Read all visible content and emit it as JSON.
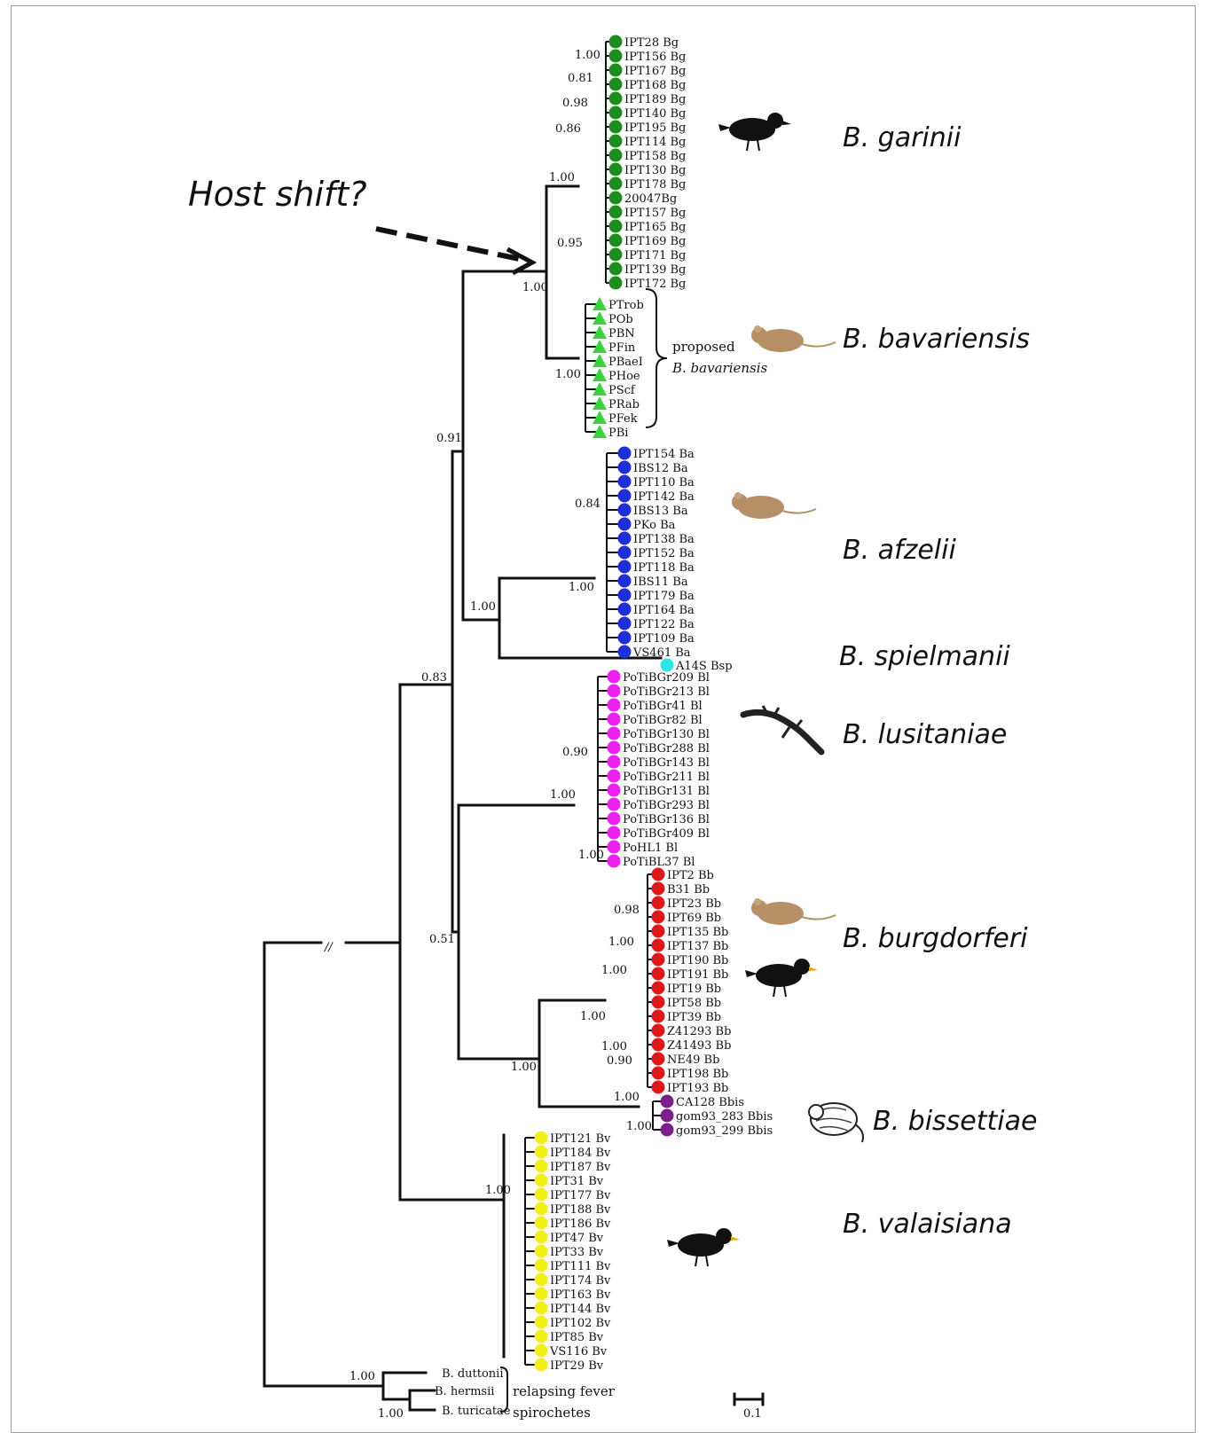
{
  "annotation": {
    "text": "Host shift?"
  },
  "colors": {
    "garinii": "#1e8c1e",
    "bavariensis": "#3cd23c",
    "afzelii": "#1f2ed6",
    "spielmanii": "#2ee6e6",
    "lusitaniae": "#ee1fee",
    "burgdorferi": "#e01818",
    "bissettiae": "#7a1f8c",
    "valaisiana": "#f3f01c"
  },
  "clades": [
    {
      "key": "garinii",
      "name": "B. garinii",
      "host": "bird-icon"
    },
    {
      "key": "bavariensis",
      "name": "B. bavariensis",
      "host": "mouse-icon"
    },
    {
      "key": "afzelii",
      "name": "B. afzelii",
      "host": "mouse-icon"
    },
    {
      "key": "spielmanii",
      "name": "B. spielmanii",
      "host": ""
    },
    {
      "key": "lusitaniae",
      "name": "B. lusitaniae",
      "host": "lizard-icon"
    },
    {
      "key": "burgdorferi",
      "name": "B. burgdorferi",
      "host": "mouse-icon, bird-icon"
    },
    {
      "key": "bissettiae",
      "name": "B. bissettiae",
      "host": "rodent-icon"
    },
    {
      "key": "valaisiana",
      "name": "B. valaisiana",
      "host": "bird-icon"
    }
  ],
  "leaves": {
    "garinii": [
      "IPT28 Bg",
      "IPT156 Bg",
      "IPT167 Bg",
      "IPT168 Bg",
      "IPT189 Bg",
      "IPT140 Bg",
      "IPT195 Bg",
      "IPT114 Bg",
      "IPT158 Bg",
      "IPT130 Bg",
      "IPT178 Bg",
      "20047Bg",
      "IPT157 Bg",
      "IPT165 Bg",
      "IPT169 Bg",
      "IPT171 Bg",
      "IPT139 Bg",
      "IPT172 Bg"
    ],
    "bavariensis": [
      "PTrob",
      "POb",
      "PBN",
      "PFin",
      "PBaeI",
      "PHoe",
      "PScf",
      "PRab",
      "PFek",
      "PBi"
    ],
    "afzelii": [
      "IPT154 Ba",
      "IBS12 Ba",
      "IPT110 Ba",
      "IPT142 Ba",
      "IBS13 Ba",
      "PKo Ba",
      "IPT138 Ba",
      "IPT152 Ba",
      "IPT118 Ba",
      "IBS11 Ba",
      "IPT179 Ba",
      "IPT164 Ba",
      "IPT122 Ba",
      "IPT109 Ba",
      "VS461 Ba"
    ],
    "spielmanii": [
      "A14S Bsp"
    ],
    "lusitaniae": [
      "PoTiBGr209 Bl",
      "PoTiBGr213 Bl",
      "PoTiBGr41 Bl",
      "PoTiBGr82 Bl",
      "PoTiBGr130 Bl",
      "PoTiBGr288 Bl",
      "PoTiBGr143 Bl",
      "PoTiBGr211 Bl",
      "PoTiBGr131 Bl",
      "PoTiBGr293 Bl",
      "PoTiBGr136 Bl",
      "PoTiBGr409 Bl",
      "PoHL1 Bl",
      "PoTiBL37 Bl"
    ],
    "burgdorferi": [
      "IPT2 Bb",
      "B31 Bb",
      "IPT23 Bb",
      "IPT69 Bb",
      "IPT135 Bb",
      "IPT137 Bb",
      "IPT190 Bb",
      "IPT191 Bb",
      "IPT19 Bb",
      "IPT58 Bb",
      "IPT39 Bb",
      "Z41293 Bb",
      "Z41493 Bb",
      "NE49 Bb",
      "IPT198 Bb",
      "IPT193 Bb"
    ],
    "bissettiae": [
      "CA128 Bbis",
      "gom93_283 Bbis",
      "gom93_299 Bbis"
    ],
    "valaisiana": [
      "IPT121 Bv",
      "IPT184 Bv",
      "IPT187 Bv",
      "IPT31 Bv",
      "IPT177 Bv",
      "IPT188 Bv",
      "IPT186 Bv",
      "IPT47 Bv",
      "IPT33 Bv",
      "IPT111 Bv",
      "IPT174 Bv",
      "IPT163 Bv",
      "IPT144 Bv",
      "IPT102 Bv",
      "IPT85 Bv",
      "VS116 Bv",
      "IPT29 Bv"
    ],
    "outgroup": [
      "B. duttonii",
      "B. hermsii",
      "B. turicatae"
    ]
  },
  "support": [
    "1.00",
    "0.81",
    "0.98",
    "0.86",
    "1.00",
    "0.95",
    "1.00",
    "1.00",
    "0.91",
    "0.84",
    "1.00",
    "1.00",
    "0.83",
    "0.90",
    "1.00",
    "1.00",
    "0.51",
    "0.98",
    "1.00",
    "1.00",
    "1.00",
    "1.00",
    "0.90",
    "1.00",
    "1.00",
    "1.00",
    "1.00",
    "1.00",
    "1.00"
  ],
  "notes": {
    "proposed": "proposed",
    "proposed_name": "B. bavariensis",
    "relapsing_1": "relapsing fever",
    "relapsing_2": "spirochetes",
    "break_mark": "//",
    "scale": "0.1"
  }
}
